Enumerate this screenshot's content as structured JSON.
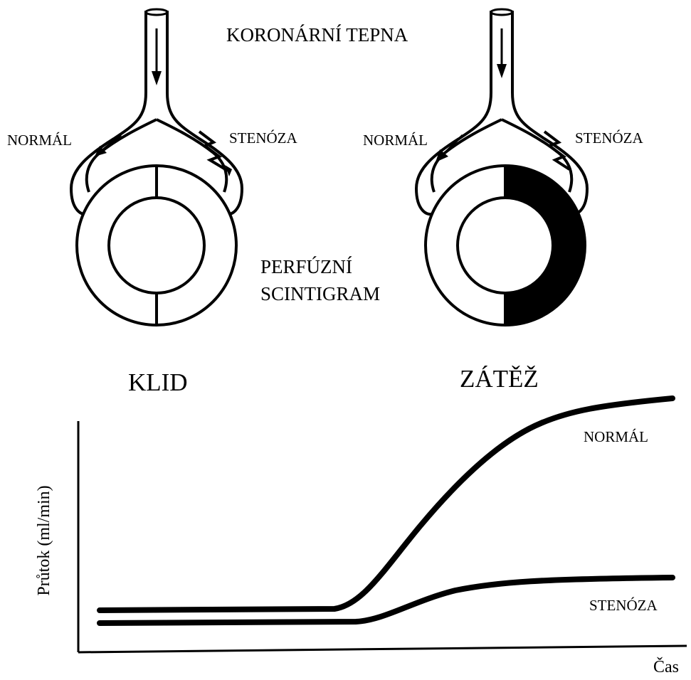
{
  "top": {
    "artery_label": "KORONÁRNÍ TEPNA",
    "scintigram_label_line1": "PERFÚZNÍ",
    "scintigram_label_line2": "SCINTIGRAM"
  },
  "panels": [
    {
      "normal_label": "NORMÁL",
      "stenosis_label": "STENÓZA",
      "state_label": "KLID",
      "defect": false
    },
    {
      "normal_label": "NORMÁL",
      "stenosis_label": "STENÓZA",
      "state_label": "ZÁTĚŽ",
      "defect": true
    }
  ],
  "graph": {
    "ylabel": "Průtok (ml/min)",
    "xlabel": "Čas",
    "curve_normal_label": "NORMÁL",
    "curve_stenosis_label": "STENÓZA"
  },
  "colors": {
    "ink": "#000000",
    "paper": "#ffffff"
  }
}
